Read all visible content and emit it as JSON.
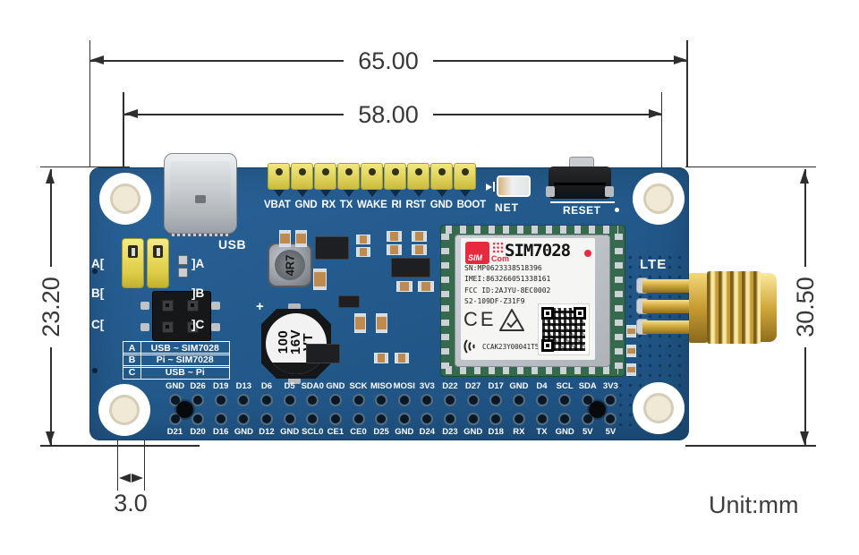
{
  "dimensions": {
    "width_total": "65.00",
    "hole_span": "58.00",
    "left_height": "23.20",
    "right_height": "30.50",
    "hole_offset": "3.0",
    "unit_label": "Unit:mm"
  },
  "board": {
    "silkscreen": {
      "usb": "USB",
      "net": "NET",
      "reset": "RESET",
      "lte": "LTE"
    },
    "top_header_pins": [
      "VBAT",
      "GND",
      "RX",
      "TX",
      "WAKE",
      "RI",
      "RST",
      "GND",
      "BOOT"
    ],
    "jumper_brackets": [
      {
        "left": "A[",
        "right": "]A"
      },
      {
        "left": "B[",
        "right": "]B"
      },
      {
        "left": "C[",
        "right": "]C"
      }
    ],
    "jumper_table": [
      {
        "key": "A",
        "value": "USB ~ SIM7028"
      },
      {
        "key": "B",
        "value": "Pi ~ SIM7028"
      },
      {
        "key": "C",
        "value": "USB ~ Pi"
      }
    ],
    "components": {
      "inductor": "4R7",
      "capacitor_lines": [
        "100",
        "16V",
        "VT"
      ],
      "capacitor_polarity": "+"
    },
    "module": {
      "brand_sim": "SIM",
      "brand_com": "Com",
      "name": "SIM7028",
      "info_lines": [
        "SN:MP0623338518396",
        "IMEI:863266051338161",
        "FCC ID:2AJYU-8EC0002",
        "S2-109DF-Z31F9"
      ],
      "ce_mark": "CE",
      "cert_code": "CCAK23Y00041T5"
    },
    "gpio_columns": [
      {
        "top": "GND",
        "bottom": "D21"
      },
      {
        "top": "D26",
        "bottom": "D20"
      },
      {
        "top": "D19",
        "bottom": "D16"
      },
      {
        "top": "D13",
        "bottom": "GND"
      },
      {
        "top": "D6",
        "bottom": "D12"
      },
      {
        "top": "D5",
        "bottom": "GND"
      },
      {
        "top": "SDA0",
        "bottom": "SCL0"
      },
      {
        "top": "GND",
        "bottom": "CE1"
      },
      {
        "top": "SCK",
        "bottom": "CE0"
      },
      {
        "top": "MISO",
        "bottom": "D25"
      },
      {
        "top": "MOSI",
        "bottom": "GND"
      },
      {
        "top": "3V3",
        "bottom": "D24"
      },
      {
        "top": "D22",
        "bottom": "D23"
      },
      {
        "top": "D27",
        "bottom": "GND"
      },
      {
        "top": "D17",
        "bottom": "D18"
      },
      {
        "top": "GND",
        "bottom": "RX"
      },
      {
        "top": "D4",
        "bottom": "TX"
      },
      {
        "top": "SCL",
        "bottom": "GND"
      },
      {
        "top": "SDA",
        "bottom": "5V"
      },
      {
        "top": "3V3",
        "bottom": "5V"
      }
    ]
  },
  "colors": {
    "pcb_blue": "#235a8c",
    "header_yellow": "#e7dc6b",
    "sma_gold": "#d9a72e",
    "simcom_red": "#e72a3e",
    "dimension_line": "#2e2e2e",
    "silkscreen_white": "#ffffff"
  }
}
